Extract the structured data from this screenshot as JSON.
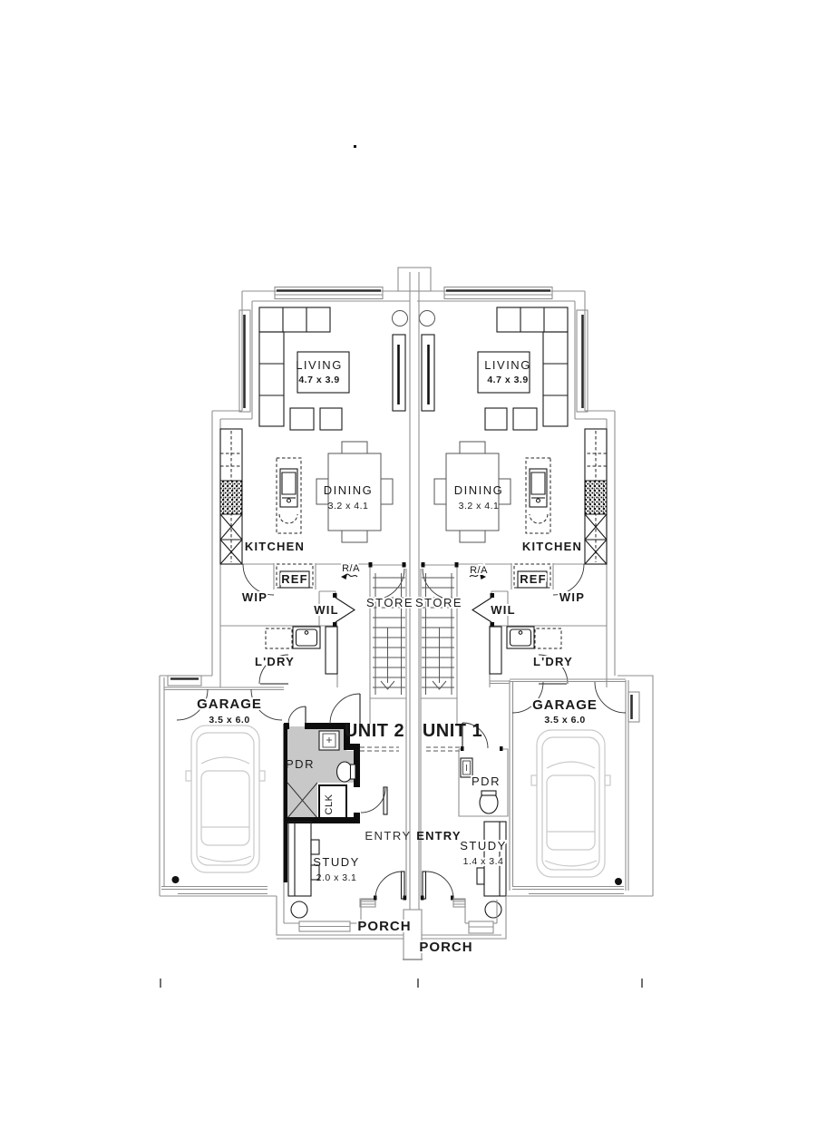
{
  "drawing": {
    "type": "duplex-floor-plan",
    "stray_dot": ".",
    "colors": {
      "wall": "#8f8f8f",
      "dark": "#1a1a1a",
      "car": "#c9c9c9",
      "pod_fill": "#c8c8c8",
      "pod_wall": "#0d0d0d",
      "window_band": "#2f2f2f"
    }
  },
  "u2": {
    "unit": "UNIT 2",
    "living": "LIVING",
    "living_dim": "4.7 x 3.9",
    "dining": "DINING",
    "dining_dim": "3.2 x 4.1",
    "kitchen": "KITCHEN",
    "wip": "WIP",
    "wil": "WIL",
    "ref": "REF",
    "ra": "R/A",
    "store": "STORE",
    "ldry": "L'DRY",
    "garage": "GARAGE",
    "garage_dim": "3.5 x 6.0",
    "pdr": "PDR",
    "clk": "CLK",
    "entry": "ENTRY",
    "study": "STUDY",
    "study_dim": "2.0 x 3.1",
    "porch": "PORCH"
  },
  "u1": {
    "unit": "UNIT 1",
    "living": "LIVING",
    "living_dim": "4.7 x 3.9",
    "dining": "DINING",
    "dining_dim": "3.2 x 4.1",
    "kitchen": "KITCHEN",
    "wip": "WIP",
    "wil": "WIL",
    "ref": "REF",
    "ra": "R/A",
    "store": "STORE",
    "ldry": "L'DRY",
    "garage": "GARAGE",
    "garage_dim": "3.5 x 6.0",
    "pdr": "PDR",
    "entry": "ENTRY",
    "study": "STUDY",
    "study_dim": "1.4 x 3.4",
    "porch": "PORCH"
  }
}
